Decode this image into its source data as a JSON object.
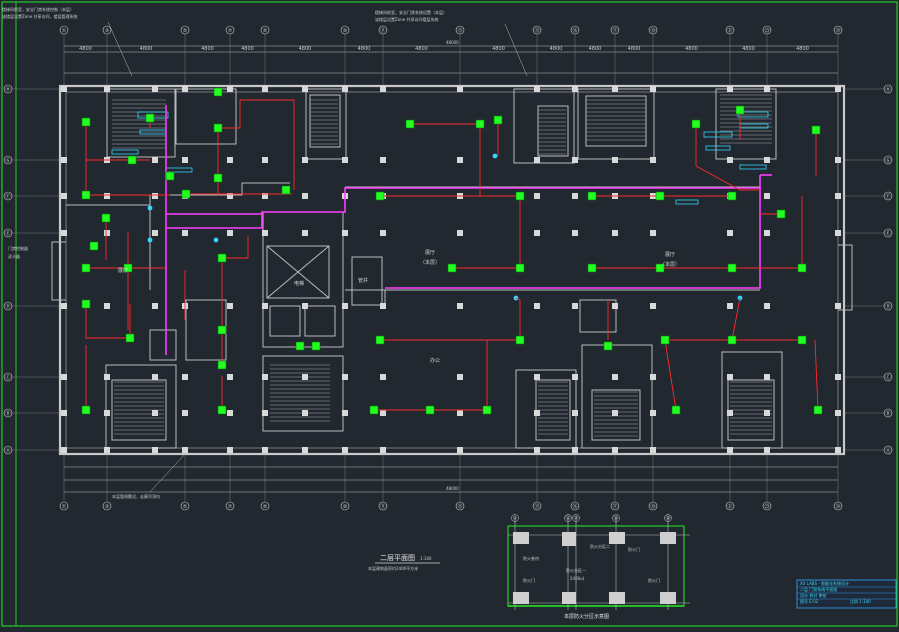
{
  "drawing": {
    "title": "二层平面图",
    "scale": "1:100",
    "subtitle": "本层建筑面积约2400平方米",
    "key_plan_title": "本层防火分区示意图",
    "colors": {
      "background": "#212830",
      "walls": "#b8b8b8",
      "columns": "#d9d9d9",
      "wiring": "#ff2a2a",
      "bus": "#ff3cff",
      "device": "#22ff22",
      "cyan": "#35d7ff",
      "frame": "#22ee22"
    }
  },
  "notes": {
    "top_left": [
      "楼梯间前室，安全门禁系统控制（本层）",
      "该楼层设置Zone 共享访问，楼层管理系统"
    ],
    "top_mid": [
      "楼梯间前室，安全门禁系统设置（本层）",
      "该楼层设置Zone 共享访问楼层系统"
    ],
    "bottom_left": "本层管线敷设，走廊吊顶内"
  },
  "rooms": {
    "hall_left": "展厅",
    "hall_center": "展厅",
    "hall_center_area": "（本层）",
    "hall_right": "展厅",
    "hall_right_area": "（本层）",
    "office_center": "办公",
    "shaft": "管井",
    "elevator": "电梯"
  },
  "axes": {
    "top": [
      "①",
      "③",
      "⑤",
      "⑦",
      "⑨",
      "⑩",
      "⑪",
      "⑬",
      "⑮",
      "⑯",
      "⑰",
      "⑲",
      "㉑",
      "㉓",
      "㉔"
    ],
    "left": [
      "Ⓗ",
      "Ⓖ",
      "Ⓕ",
      "Ⓔ",
      "Ⓓ",
      "Ⓒ",
      "Ⓑ",
      "Ⓐ"
    ],
    "dims": [
      "4800",
      "4800",
      "4800",
      "4800",
      "4800",
      "4800",
      "4800",
      "4800",
      "4800",
      "4800",
      "4800",
      "4800",
      "4800",
      "4800"
    ],
    "total_dim": "48000"
  },
  "key_plan": {
    "axes_top": [
      "④",
      "⑬",
      "⑭",
      "⑯",
      "⑲"
    ],
    "labels": [
      "防火分区一",
      "防火卷帘",
      "防火分区二",
      "防火门",
      "防火门",
      "防火门"
    ],
    "area_note": "2400㎡"
  },
  "title_block": {
    "lines": [
      "XX LABS - 智能化系统设计",
      "二层 门禁系统平面图",
      "设计 校对 审核",
      "图号 E-02",
      "比例 1:100"
    ]
  },
  "legend": {
    "device_label": "门禁控制器",
    "cyan_label": "读卡器"
  }
}
